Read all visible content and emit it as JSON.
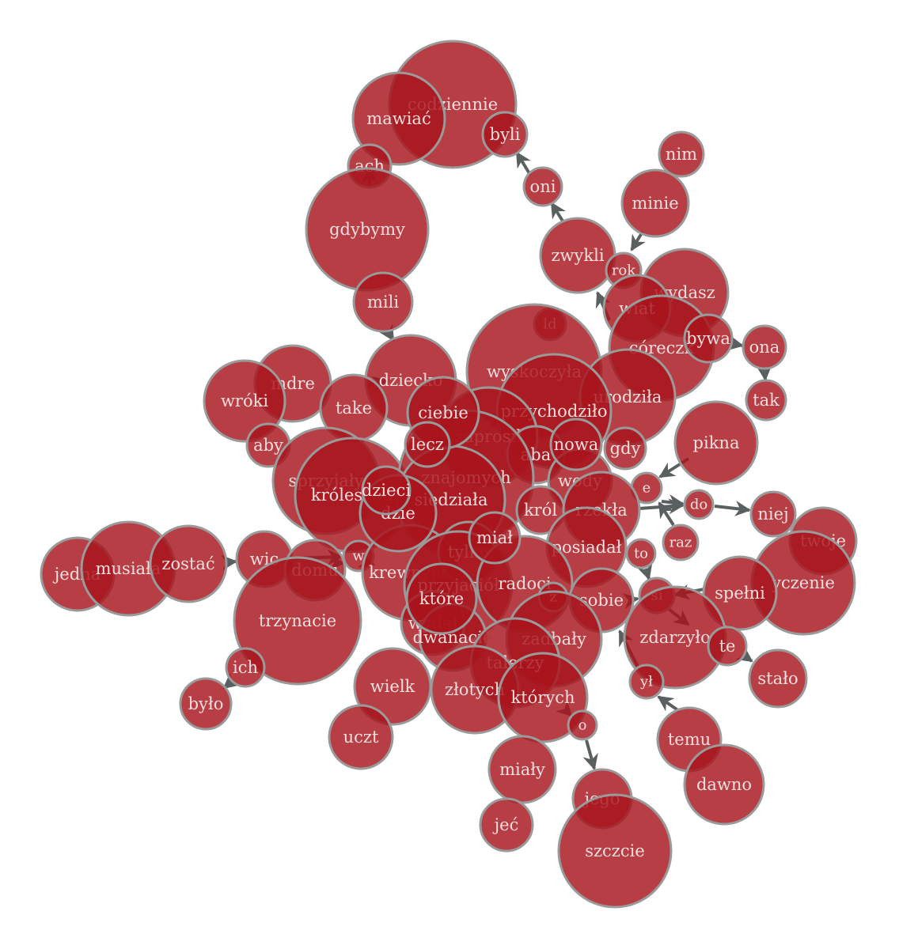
{
  "colors": {
    "node_fill": "#a8141c",
    "node_stroke": "#9a9a9a",
    "edge": "#5a6060",
    "label": "#f4dede"
  },
  "nodes": [
    {
      "id": "codziennie",
      "label": "codziennie"
    },
    {
      "id": "mawiac",
      "label": "mawiać"
    },
    {
      "id": "byli",
      "label": "byli"
    },
    {
      "id": "ach",
      "label": "ach"
    },
    {
      "id": "oni",
      "label": "oni"
    },
    {
      "id": "nim",
      "label": "nim"
    },
    {
      "id": "minie",
      "label": "minie"
    },
    {
      "id": "gdybysmy",
      "label": "gdyby\u0001my"
    },
    {
      "id": "zwykli",
      "label": "zwykli"
    },
    {
      "id": "rok",
      "label": "rok"
    },
    {
      "id": "wydasz",
      "label": "wydasz"
    },
    {
      "id": "swiat",
      "label": "\u0001wiat"
    },
    {
      "id": "misli",
      "label": "mi\u0001li"
    },
    {
      "id": "lod",
      "label": "l\u0001d"
    },
    {
      "id": "coreczke",
      "label": "córeczk\u0001"
    },
    {
      "id": "ona",
      "label": "ona"
    },
    {
      "id": "dziecko",
      "label": "dziecko"
    },
    {
      "id": "wyskoczyla",
      "label": "wyskoczyła"
    },
    {
      "id": "madre",
      "label": "m\u0001dre"
    },
    {
      "id": "wrozki",
      "label": "wró\u0001ki"
    },
    {
      "id": "takze",
      "label": "tak\u0001e"
    },
    {
      "id": "urodzila",
      "label": "urodziła"
    },
    {
      "id": "tak",
      "label": "tak"
    },
    {
      "id": "przychodzilo",
      "label": "przychodziło"
    },
    {
      "id": "zaprosil",
      "label": "zaprosił"
    },
    {
      "id": "aby",
      "label": "aby"
    },
    {
      "id": "zaba",
      "label": "\u0001aba"
    },
    {
      "id": "gdy",
      "label": "gdy"
    },
    {
      "id": "piekna",
      "label": "pi\u0001kna"
    },
    {
      "id": "sprzyjaly",
      "label": "sprzyjały"
    },
    {
      "id": "krolestwa",
      "label": "królestwa"
    },
    {
      "id": "znajomych",
      "label": "znajomych"
    },
    {
      "id": "wody",
      "label": "wody"
    },
    {
      "id": "ze",
      "label": "\u0001e"
    },
    {
      "id": "do",
      "label": "do"
    },
    {
      "id": "niej",
      "label": "niej"
    },
    {
      "id": "siedziala",
      "label": "siedziała"
    },
    {
      "id": "krol",
      "label": "król"
    },
    {
      "id": "rzekla",
      "label": "rzekła"
    },
    {
      "id": "twoje",
      "label": "twoje"
    },
    {
      "id": "raz",
      "label": "raz"
    },
    {
      "id": "jedna",
      "label": "jedna"
    },
    {
      "id": "musiala",
      "label": "musiała"
    },
    {
      "id": "zostac",
      "label": "zostać"
    },
    {
      "id": "wiec",
      "label": "wi\u0001c"
    },
    {
      "id": "domu",
      "label": "domu"
    },
    {
      "id": "w",
      "label": "w"
    },
    {
      "id": "krewnych",
      "label": "krewnych"
    },
    {
      "id": "tylko",
      "label": "tylko"
    },
    {
      "id": "posiadal",
      "label": "posiadał"
    },
    {
      "id": "to",
      "label": "to"
    },
    {
      "id": "zyczenie",
      "label": "\u0001yczenie"
    },
    {
      "id": "spelni",
      "label": "spełni"
    },
    {
      "id": "przyjaciol",
      "label": "przyjaciół"
    },
    {
      "id": "radosci",
      "label": "rado\u0001ci"
    },
    {
      "id": "z",
      "label": "z"
    },
    {
      "id": "sobie",
      "label": "sobie"
    },
    {
      "id": "sie",
      "label": "si\u0001"
    },
    {
      "id": "trzynascie",
      "label": "trzyna\u0001cie"
    },
    {
      "id": "wydal",
      "label": "wydał"
    },
    {
      "id": "dwanascie",
      "label": "dwana\u0001cie"
    },
    {
      "id": "zadbaly",
      "label": "zadbały"
    },
    {
      "id": "zdarzylo",
      "label": "zdarzyło"
    },
    {
      "id": "tez",
      "label": "te\u0001"
    },
    {
      "id": "stalo",
      "label": "stało"
    },
    {
      "id": "ich",
      "label": "ich"
    },
    {
      "id": "bylo",
      "label": "było"
    },
    {
      "id": "talerzy",
      "label": "talerzy"
    },
    {
      "id": "wielka",
      "label": "wielk\u0001"
    },
    {
      "id": "zlotych",
      "label": "złotych"
    },
    {
      "id": "ktorych",
      "label": "których"
    },
    {
      "id": "zyl",
      "label": "\u0001ył"
    },
    {
      "id": "uczte",
      "label": "uczt\u0001"
    },
    {
      "id": "temu",
      "label": "temu"
    },
    {
      "id": "o",
      "label": "o"
    },
    {
      "id": "dawno",
      "label": "dawno"
    },
    {
      "id": "mialy",
      "label": "miały"
    },
    {
      "id": "jego",
      "label": "jego"
    },
    {
      "id": "jesc",
      "label": "je\u0001ć"
    },
    {
      "id": "szczescie",
      "label": "szcz\u0001\u0001cie"
    },
    {
      "id": "dzien",
      "label": "dzie\u0001"
    },
    {
      "id": "dzieci",
      "label": "dzieci"
    },
    {
      "id": "ciebie",
      "label": "ciebie"
    },
    {
      "id": "lecz",
      "label": "lecz"
    },
    {
      "id": "mial",
      "label": "miał"
    },
    {
      "id": "nowa",
      "label": "nowa"
    },
    {
      "id": "bywa",
      "label": "bywa"
    },
    {
      "id": "ktore",
      "label": "które"
    }
  ],
  "edges": [
    [
      "oni",
      "byli"
    ],
    [
      "zwykli",
      "oni"
    ],
    [
      "minie",
      "rok"
    ],
    [
      "misli",
      "dziecko"
    ],
    [
      "coreczke",
      "ona"
    ],
    [
      "ona",
      "tak"
    ],
    [
      "piekna",
      "ze"
    ],
    [
      "ze",
      "do"
    ],
    [
      "do",
      "niej"
    ],
    [
      "raz",
      "ze"
    ],
    [
      "zostac",
      "wiec"
    ],
    [
      "wiec",
      "w"
    ],
    [
      "domu",
      "w"
    ],
    [
      "sie",
      "zdarzylo"
    ],
    [
      "sobie",
      "sie"
    ],
    [
      "to",
      "sie"
    ],
    [
      "spelni",
      "sie"
    ],
    [
      "zyl",
      "sobie"
    ],
    [
      "temu",
      "zyl"
    ],
    [
      "o",
      "jego"
    ],
    [
      "ich",
      "bylo"
    ],
    [
      "tez",
      "stalo"
    ],
    [
      "dziecko",
      "takze"
    ],
    [
      "swiat",
      "zwykli"
    ],
    [
      "krewnych",
      "w"
    ],
    [
      "rzekla",
      "do"
    ],
    [
      "ktorych",
      "o"
    ],
    [
      "ach",
      "gdybysmy"
    ]
  ]
}
